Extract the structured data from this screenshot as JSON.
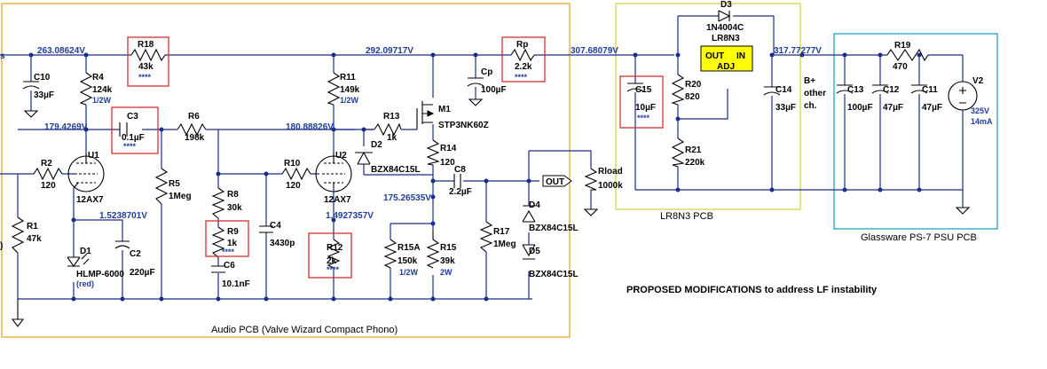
{
  "nets": {
    "n1": "263.08624V",
    "n2": "292.09717V",
    "n3": "307.68079V",
    "n4": "317.77277V",
    "n5": "179.4269V",
    "n6": "180.88826V",
    "n7": "1.5238701V",
    "n8": "1.4927357V",
    "n9": "175.26535V"
  },
  "parts": {
    "c10": {
      "ref": "C10",
      "val": "33µF"
    },
    "r18": {
      "ref": "R18",
      "val": "43k",
      "note": "****"
    },
    "r4": {
      "ref": "R4",
      "val": "124k",
      "rating": "1/2W"
    },
    "c3": {
      "ref": "C3",
      "val": "0.1µF",
      "note": "****"
    },
    "r6": {
      "ref": "R6",
      "val": "198k"
    },
    "r2": {
      "ref": "R2",
      "val": "120"
    },
    "u1": {
      "ref": "U1",
      "val": "12AX7"
    },
    "r1": {
      "ref": "R1",
      "val": "47k"
    },
    "r5": {
      "ref": "R5",
      "val": "1Meg"
    },
    "r8": {
      "ref": "R8",
      "val": "30k"
    },
    "r9": {
      "ref": "R9",
      "val": "1k",
      "note": "****"
    },
    "c6": {
      "ref": "C6",
      "val": "10.1nF"
    },
    "d1": {
      "ref": "D1",
      "val": "HLMP-6000",
      "note": "(red)"
    },
    "c2": {
      "ref": "C2",
      "val": "220µF"
    },
    "c4": {
      "ref": "C4",
      "val": "3430p"
    },
    "r10": {
      "ref": "R10",
      "val": "120"
    },
    "u2": {
      "ref": "U2",
      "val": "12AX7"
    },
    "r11": {
      "ref": "R11",
      "val": "149k",
      "rating": "1/2W"
    },
    "r12": {
      "ref": "R12",
      "val": "2k",
      "note": "****"
    },
    "r13": {
      "ref": "R13",
      "val": "1k"
    },
    "m1": {
      "ref": "M1",
      "val": "STP3NK60Z"
    },
    "d2": {
      "ref": "D2",
      "val": "BZX84C15L"
    },
    "r14": {
      "ref": "R14",
      "val": "120"
    },
    "c8": {
      "ref": "C8",
      "val": "2.2µF"
    },
    "r15a": {
      "ref": "R15A",
      "val": "150k",
      "rating": "1/2W"
    },
    "r15": {
      "ref": "R15",
      "val": "39k",
      "rating": "2W"
    },
    "r17": {
      "ref": "R17",
      "val": "1Meg"
    },
    "cp": {
      "ref": "Cp",
      "val": "100µF"
    },
    "rp": {
      "ref": "Rp",
      "val": "2.2k",
      "note": "****"
    },
    "out": {
      "ref": "OUT"
    },
    "rload": {
      "ref": "Rload",
      "val": "1000k"
    },
    "d4": {
      "ref": "D4",
      "val": "BZX84C15L"
    },
    "d5": {
      "ref": "D5",
      "val": "BZX84C15L"
    },
    "d3": {
      "ref": "D3",
      "val": "1N4004C"
    },
    "lr": {
      "ref": "LR8N3",
      "out": "OUT",
      "in": "IN",
      "adj": "ADJ"
    },
    "c15": {
      "ref": "C15",
      "val": "10µF",
      "note": "****"
    },
    "r20": {
      "ref": "R20",
      "val": "820"
    },
    "r21": {
      "ref": "R21",
      "val": "220k"
    },
    "c14": {
      "ref": "C14",
      "val": "33µF"
    },
    "bplus": {
      "line1": "B+",
      "line2": "other",
      "line3": "ch."
    },
    "c13": {
      "ref": "C13",
      "val": "100µF"
    },
    "c12": {
      "ref": "C12",
      "val": "47µF"
    },
    "c11": {
      "ref": "C11",
      "val": "47µF"
    },
    "r19": {
      "ref": "R19",
      "val": "470"
    },
    "v2": {
      "ref": "V2",
      "val": "325V",
      "cur": "14mA"
    }
  },
  "boxes": {
    "audio": "Audio PCB (Valve Wizard Compact Phono)",
    "lr8n3": "LR8N3 PCB",
    "psu": "Glassware PS-7 PSU PCB"
  },
  "note": "PROPOSED MODIFICATIONS to address LF instability",
  "edge_labels": {
    "left_top": "s",
    "left_mid": ")"
  },
  "colors": {
    "wire": "#1a2c8c",
    "net_text": "#1f3d9a",
    "audio_box": "#f0b43c",
    "lr_box": "#d8d860",
    "psu_box": "#3cb4c8",
    "highlight": "#d23030"
  }
}
